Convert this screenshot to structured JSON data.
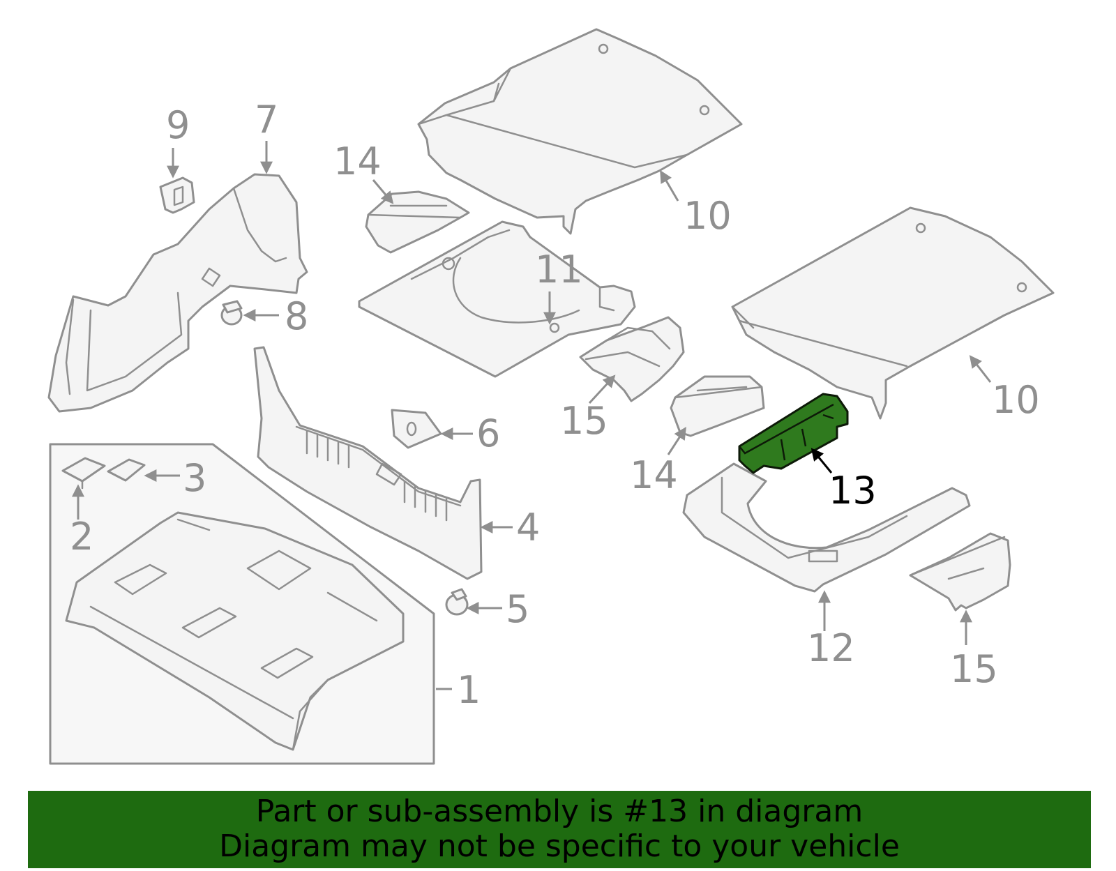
{
  "callouts": {
    "c1": "1",
    "c2": "2",
    "c3": "3",
    "c4": "4",
    "c5": "5",
    "c6": "6",
    "c7": "7",
    "c8": "8",
    "c9": "9",
    "c10a": "10",
    "c10b": "10",
    "c11": "11",
    "c12": "12",
    "c13": "13",
    "c14a": "14",
    "c14b": "14",
    "c15a": "15",
    "c15b": "15"
  },
  "highlight_color": "#2f7a1e",
  "banner": {
    "line1": "Part or sub-assembly is #13 in diagram",
    "line2": "Diagram may not be specific to your vehicle",
    "background": "#1e6b10"
  }
}
